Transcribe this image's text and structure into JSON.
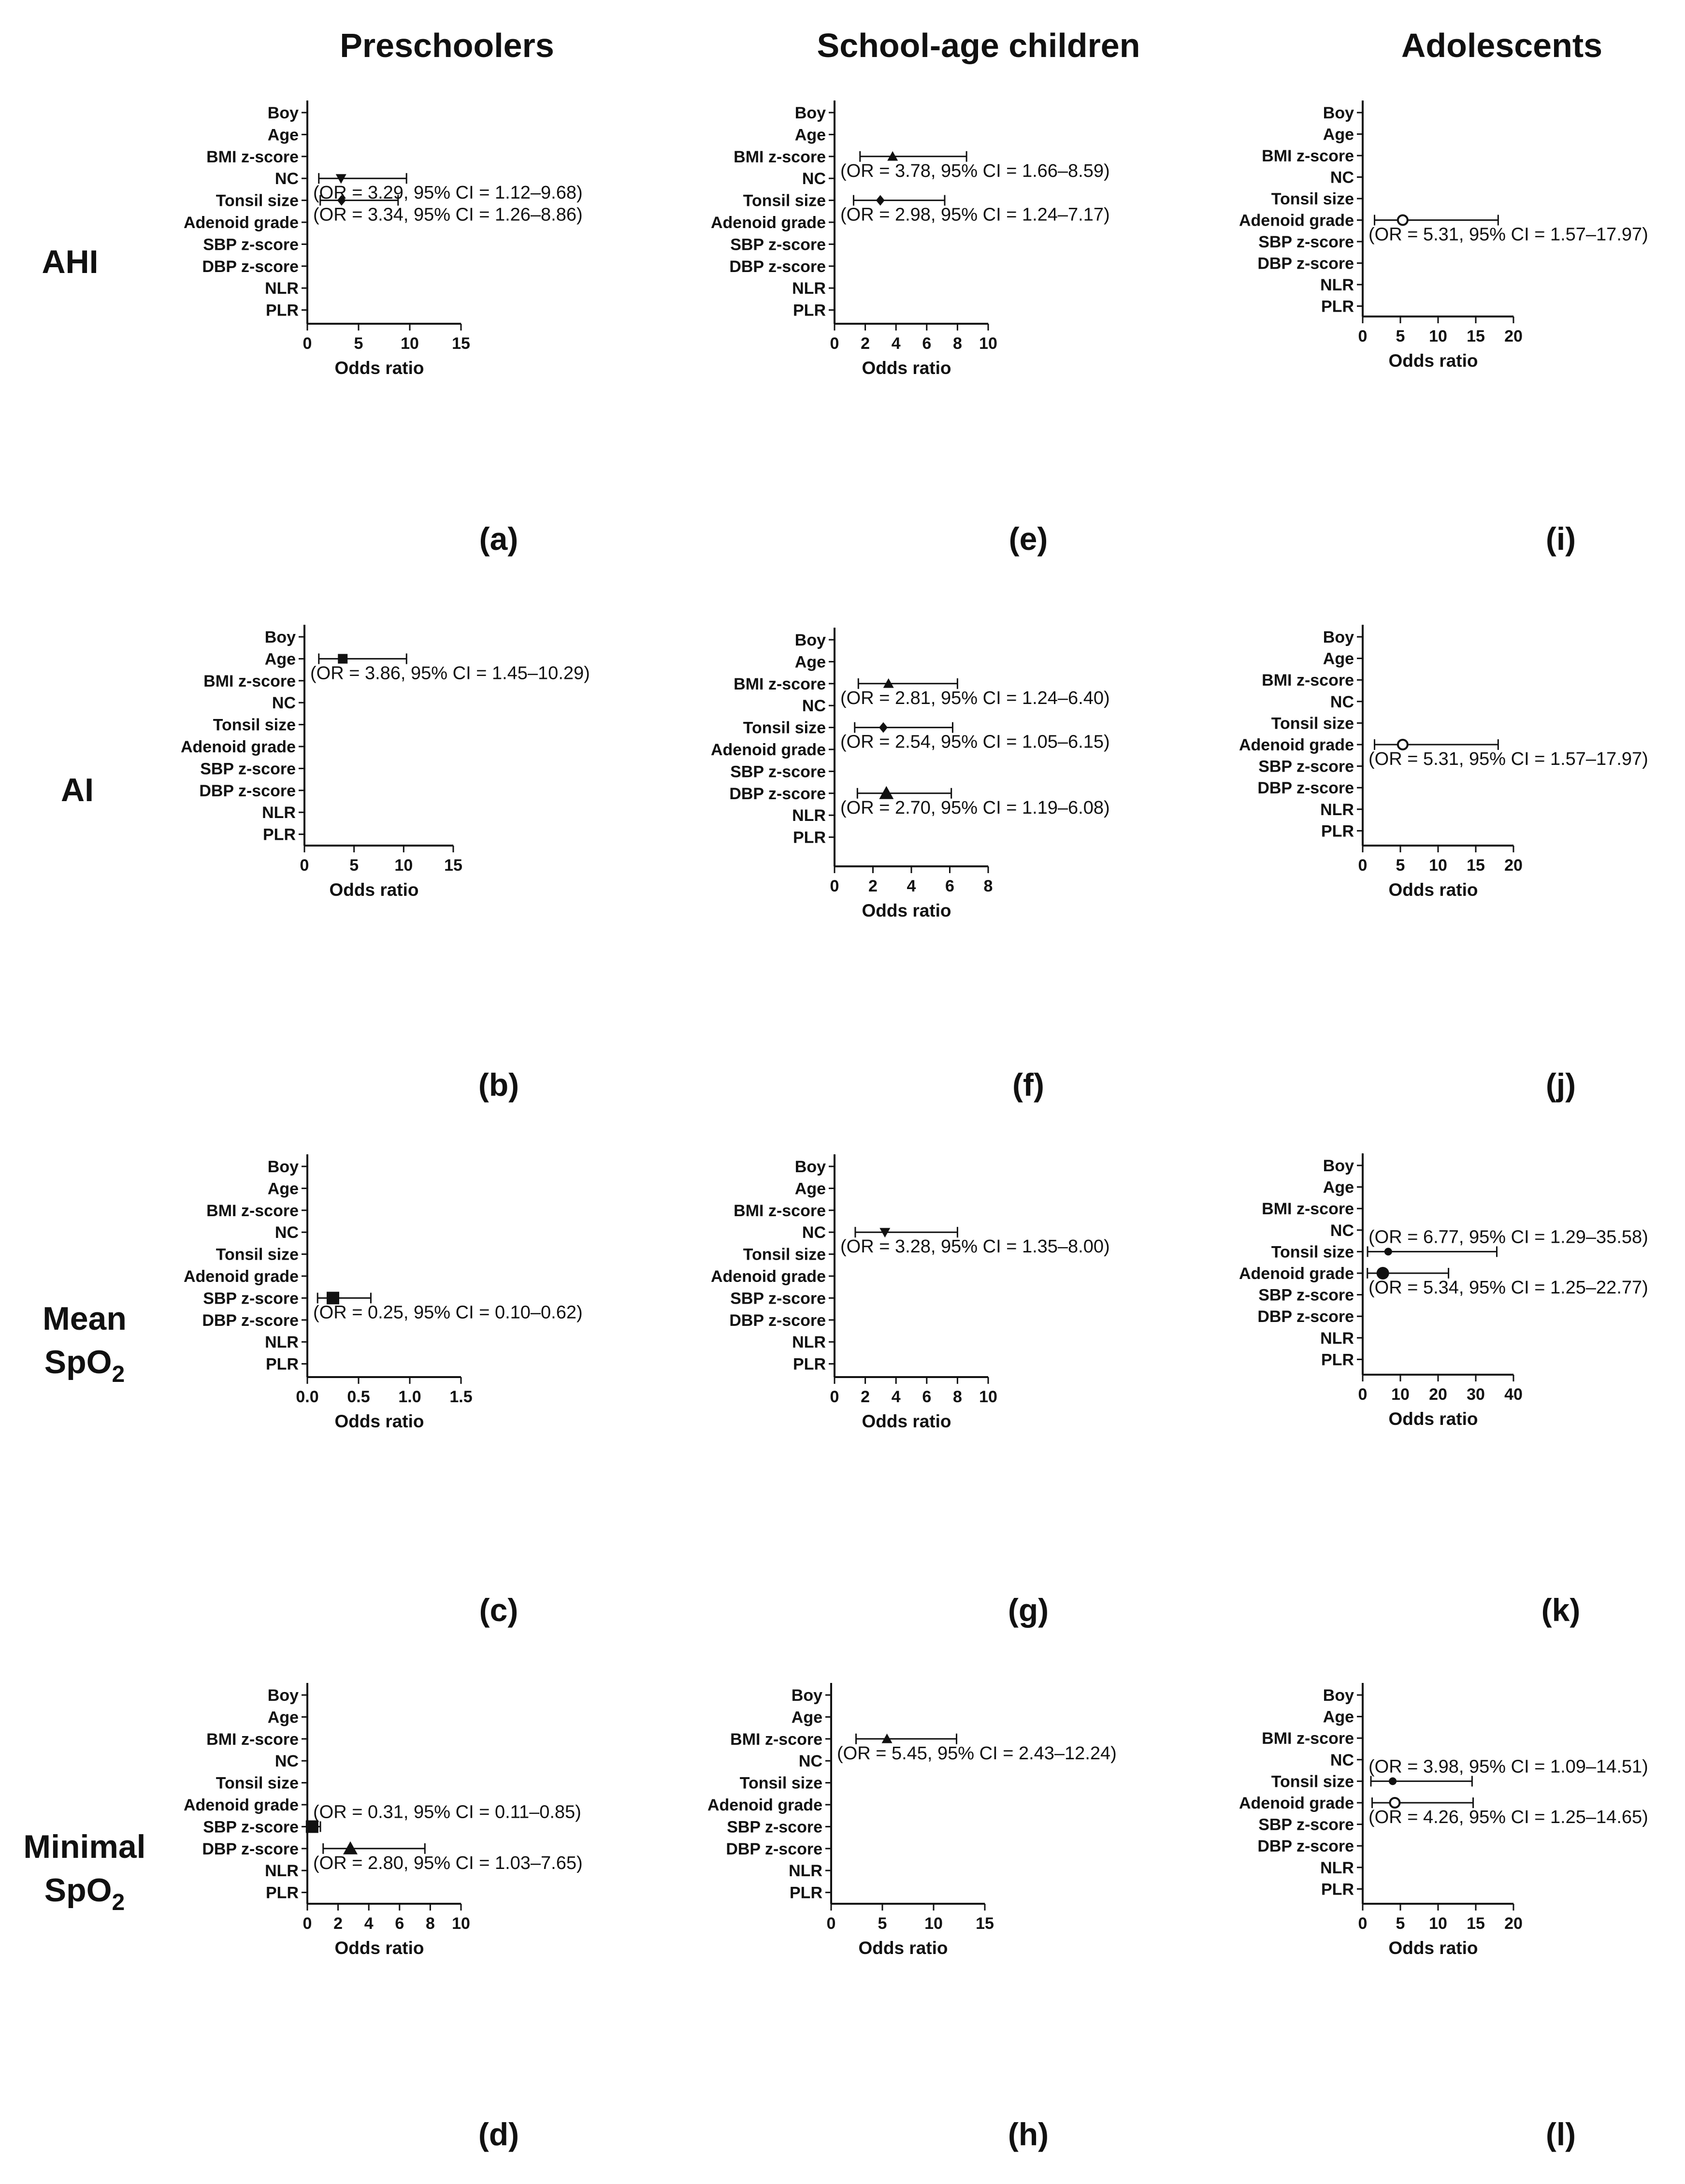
{
  "column_titles": [
    "Preschoolers",
    "School-age children",
    "Adolescents"
  ],
  "row_titles": [
    {
      "line1": "AHI",
      "line2": ""
    },
    {
      "line1": "AI",
      "line2": ""
    },
    {
      "line1": "Mean",
      "line2": "SpO",
      "sub": "2"
    },
    {
      "line1": "Minimal",
      "line2": "SpO",
      "sub": "2"
    }
  ],
  "chart_data": [
    {
      "label": "(a)",
      "type": "forest",
      "xlabel": "Odds ratio",
      "xlim": [
        0,
        15
      ],
      "xticks": [
        "0",
        "5",
        "10",
        "15"
      ],
      "categories": [
        "Boy",
        "Age",
        "BMI z-score",
        "NC",
        "Tonsil size",
        "Adenoid grade",
        "SBP z-score",
        "DBP z-score",
        "NLR",
        "PLR"
      ],
      "points": [
        {
          "category": "NC",
          "or": 3.29,
          "lo": 1.12,
          "hi": 9.68,
          "marker": "tri-down",
          "text": "(OR = 3.29, 95% CI = 1.12–9.68)"
        },
        {
          "category": "Tonsil size",
          "or": 3.34,
          "lo": 1.26,
          "hi": 8.86,
          "marker": "diamond",
          "text": "(OR = 3.34, 95% CI = 1.26–8.86)"
        }
      ]
    },
    {
      "label": "(b)",
      "type": "forest",
      "xlabel": "Odds ratio",
      "xlim": [
        0,
        15
      ],
      "xticks": [
        "0",
        "5",
        "10",
        "15"
      ],
      "categories": [
        "Boy",
        "Age",
        "BMI z-score",
        "NC",
        "Tonsil size",
        "Adenoid grade",
        "SBP z-score",
        "DBP z-score",
        "NLR",
        "PLR"
      ],
      "points": [
        {
          "category": "Age",
          "or": 3.86,
          "lo": 1.45,
          "hi": 10.29,
          "marker": "square",
          "text": "(OR = 3.86, 95% CI = 1.45–10.29)"
        }
      ]
    },
    {
      "label": "(c)",
      "type": "forest",
      "xlabel": "Odds ratio",
      "xlim": [
        0,
        1.5
      ],
      "xticks": [
        "0.0",
        "0.5",
        "1.0",
        "1.5"
      ],
      "categories": [
        "Boy",
        "Age",
        "BMI z-score",
        "NC",
        "Tonsil size",
        "Adenoid grade",
        "SBP z-score",
        "DBP z-score",
        "NLR",
        "PLR"
      ],
      "points": [
        {
          "category": "SBP z-score",
          "or": 0.25,
          "lo": 0.1,
          "hi": 0.62,
          "marker": "square-lg",
          "text": "(OR = 0.25, 95% CI = 0.10–0.62)"
        }
      ]
    },
    {
      "label": "(d)",
      "type": "forest",
      "xlabel": "Odds ratio",
      "xlim": [
        0,
        10
      ],
      "xticks": [
        "0",
        "2",
        "4",
        "6",
        "8",
        "10"
      ],
      "categories": [
        "Boy",
        "Age",
        "BMI z-score",
        "NC",
        "Tonsil size",
        "Adenoid grade",
        "SBP z-score",
        "DBP z-score",
        "NLR",
        "PLR"
      ],
      "points": [
        {
          "category": "SBP z-score",
          "or": 0.31,
          "lo": 0.11,
          "hi": 0.85,
          "marker": "square-lg",
          "text": "(OR = 0.31, 95% CI = 0.11–0.85)",
          "text_above": true
        },
        {
          "category": "DBP z-score",
          "or": 2.8,
          "lo": 1.03,
          "hi": 7.65,
          "marker": "tri-up-lg",
          "text": "(OR = 2.80, 95% CI = 1.03–7.65)"
        }
      ]
    },
    {
      "label": "(e)",
      "type": "forest",
      "xlabel": "Odds ratio",
      "xlim": [
        0,
        10
      ],
      "xticks": [
        "0",
        "2",
        "4",
        "6",
        "8",
        "10"
      ],
      "categories": [
        "Boy",
        "Age",
        "BMI z-score",
        "NC",
        "Tonsil size",
        "Adenoid grade",
        "SBP z-score",
        "DBP z-score",
        "NLR",
        "PLR"
      ],
      "points": [
        {
          "category": "BMI z-score",
          "or": 3.78,
          "lo": 1.66,
          "hi": 8.59,
          "marker": "tri-up",
          "text": "(OR = 3.78, 95% CI = 1.66–8.59)"
        },
        {
          "category": "Tonsil size",
          "or": 2.98,
          "lo": 1.24,
          "hi": 7.17,
          "marker": "diamond",
          "text": "(OR = 2.98, 95% CI = 1.24–7.17)"
        }
      ]
    },
    {
      "label": "(f)",
      "type": "forest",
      "xlabel": "Odds ratio",
      "xlim": [
        0,
        8
      ],
      "xticks": [
        "0",
        "2",
        "4",
        "6",
        "8"
      ],
      "categories": [
        "Boy",
        "Age",
        "BMI z-score",
        "NC",
        "Tonsil size",
        "Adenoid grade",
        "SBP z-score",
        "DBP z-score",
        "NLR",
        "PLR"
      ],
      "points": [
        {
          "category": "BMI z-score",
          "or": 2.81,
          "lo": 1.24,
          "hi": 6.4,
          "marker": "tri-up",
          "text": "(OR = 2.81, 95% CI = 1.24–6.40)"
        },
        {
          "category": "Tonsil size",
          "or": 2.54,
          "lo": 1.05,
          "hi": 6.15,
          "marker": "diamond",
          "text": "(OR = 2.54, 95% CI = 1.05–6.15)"
        },
        {
          "category": "DBP z-score",
          "or": 2.7,
          "lo": 1.19,
          "hi": 6.08,
          "marker": "tri-up-lg",
          "text": "(OR = 2.70, 95% CI = 1.19–6.08)"
        }
      ]
    },
    {
      "label": "(g)",
      "type": "forest",
      "xlabel": "Odds ratio",
      "xlim": [
        0,
        10
      ],
      "xticks": [
        "0",
        "2",
        "4",
        "6",
        "8",
        "10"
      ],
      "categories": [
        "Boy",
        "Age",
        "BMI z-score",
        "NC",
        "Tonsil size",
        "Adenoid grade",
        "SBP z-score",
        "DBP z-score",
        "NLR",
        "PLR"
      ],
      "points": [
        {
          "category": "NC",
          "or": 3.28,
          "lo": 1.35,
          "hi": 8.0,
          "marker": "tri-down",
          "text": "(OR = 3.28, 95% CI = 1.35–8.00)"
        }
      ]
    },
    {
      "label": "(h)",
      "type": "forest",
      "xlabel": "Odds ratio",
      "xlim": [
        0,
        15
      ],
      "xticks": [
        "0",
        "5",
        "10",
        "15"
      ],
      "categories": [
        "Boy",
        "Age",
        "BMI z-score",
        "NC",
        "Tonsil size",
        "Adenoid grade",
        "SBP z-score",
        "DBP z-score",
        "NLR",
        "PLR"
      ],
      "points": [
        {
          "category": "BMI z-score",
          "or": 5.45,
          "lo": 2.43,
          "hi": 12.24,
          "marker": "tri-up",
          "text": "(OR = 5.45, 95% CI = 2.43–12.24)"
        }
      ]
    },
    {
      "label": "(i)",
      "type": "forest",
      "xlabel": "Odds ratio",
      "xlim": [
        0,
        20
      ],
      "xticks": [
        "0",
        "5",
        "10",
        "15",
        "20"
      ],
      "categories": [
        "Boy",
        "Age",
        "BMI z-score",
        "NC",
        "Tonsil size",
        "Adenoid grade",
        "SBP z-score",
        "DBP z-score",
        "NLR",
        "PLR"
      ],
      "points": [
        {
          "category": "Adenoid grade",
          "or": 5.31,
          "lo": 1.57,
          "hi": 17.97,
          "marker": "circle-open",
          "text": "(OR = 5.31, 95% CI = 1.57–17.97)"
        }
      ]
    },
    {
      "label": "(j)",
      "type": "forest",
      "xlabel": "Odds ratio",
      "xlim": [
        0,
        20
      ],
      "xticks": [
        "0",
        "5",
        "10",
        "15",
        "20"
      ],
      "categories": [
        "Boy",
        "Age",
        "BMI z-score",
        "NC",
        "Tonsil size",
        "Adenoid grade",
        "SBP z-score",
        "DBP z-score",
        "NLR",
        "PLR"
      ],
      "points": [
        {
          "category": "Adenoid grade",
          "or": 5.31,
          "lo": 1.57,
          "hi": 17.97,
          "marker": "circle-open",
          "text": "(OR = 5.31, 95% CI = 1.57–17.97)"
        }
      ]
    },
    {
      "label": "(k)",
      "type": "forest",
      "xlabel": "Odds ratio",
      "xlim": [
        0,
        40
      ],
      "xticks": [
        "0",
        "10",
        "20",
        "30",
        "40"
      ],
      "categories": [
        "Boy",
        "Age",
        "BMI z-score",
        "NC",
        "Tonsil size",
        "Adenoid grade",
        "SBP z-score",
        "DBP z-score",
        "NLR",
        "PLR"
      ],
      "points": [
        {
          "category": "Tonsil size",
          "or": 6.77,
          "lo": 1.29,
          "hi": 35.58,
          "marker": "circle",
          "text": "(OR = 6.77, 95% CI = 1.29–35.58)",
          "text_above": true
        },
        {
          "category": "Adenoid grade",
          "or": 5.34,
          "lo": 1.25,
          "hi": 22.77,
          "marker": "circle-lg",
          "text": "(OR = 5.34, 95% CI = 1.25–22.77)"
        }
      ]
    },
    {
      "label": "(l)",
      "type": "forest",
      "xlabel": "Odds ratio",
      "xlim": [
        0,
        20
      ],
      "xticks": [
        "0",
        "5",
        "10",
        "15",
        "20"
      ],
      "categories": [
        "Boy",
        "Age",
        "BMI z-score",
        "NC",
        "Tonsil size",
        "Adenoid grade",
        "SBP z-score",
        "DBP z-score",
        "NLR",
        "PLR"
      ],
      "points": [
        {
          "category": "Tonsil size",
          "or": 3.98,
          "lo": 1.09,
          "hi": 14.51,
          "marker": "circle",
          "text": "(OR = 3.98, 95% CI = 1.09–14.51)",
          "text_above": true
        },
        {
          "category": "Adenoid grade",
          "or": 4.26,
          "lo": 1.25,
          "hi": 14.65,
          "marker": "circle-open",
          "text": "(OR = 4.26, 95% CI = 1.25–14.65)"
        }
      ]
    }
  ]
}
